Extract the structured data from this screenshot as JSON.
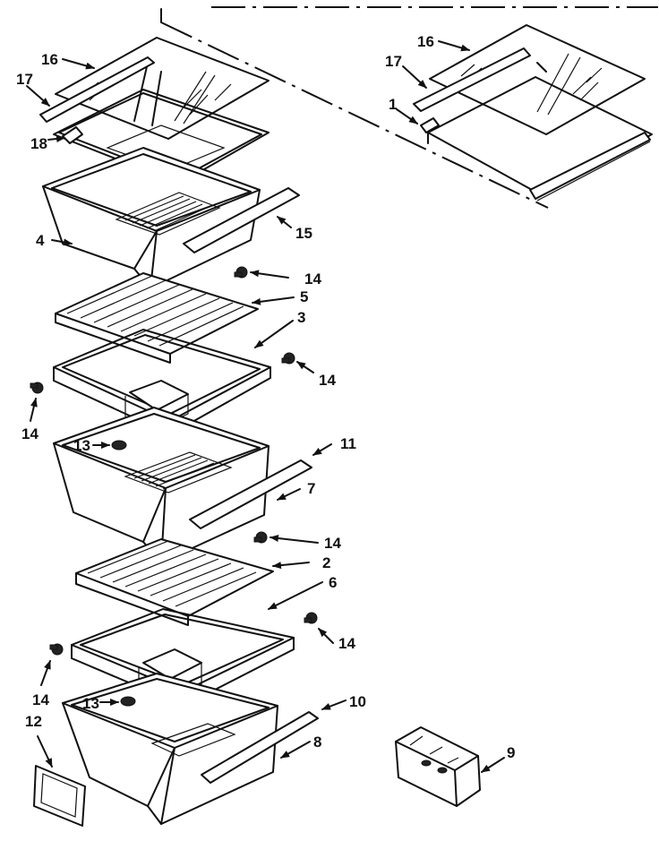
{
  "labels": {
    "top_left_16": "16",
    "top_left_17": "17",
    "top_left_18": "18",
    "top_left_4": "4",
    "top_left_15": "15",
    "mid_14_a": "14",
    "mid_5": "5",
    "mid_3": "3",
    "mid_14_b": "14",
    "mid_14_c": "14",
    "mid_13_a": "13",
    "mid_11": "11",
    "mid_7": "7",
    "low_14_d": "14",
    "low_2": "2",
    "low_6": "6",
    "low_14_e": "14",
    "low_14_f": "14",
    "low_13_b": "13",
    "low_10": "10",
    "low_12": "12",
    "low_8": "8",
    "low_9": "9",
    "right_16": "16",
    "right_17": "17",
    "right_1": "1"
  }
}
